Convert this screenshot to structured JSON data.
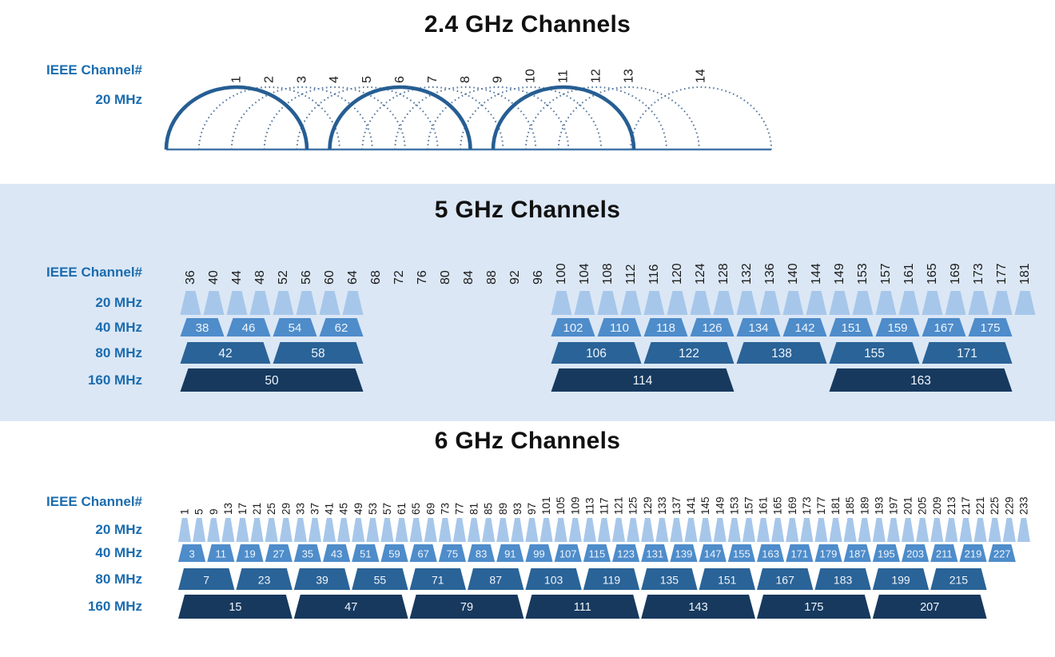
{
  "colors": {
    "band5_background": "#dbe7f5",
    "label_blue": "#1b6cae",
    "title_color": "#111111",
    "c20": "#a7c7ea",
    "c40": "#4e8cca",
    "c80": "#2a6397",
    "c160": "#17395e",
    "arc_solid": "#265e93",
    "arc_dotted": "#54779e",
    "baseline": "#4376a8",
    "block_text": "#eff5fc",
    "channel_text": "#1a1a1a"
  },
  "chart_data": [
    {
      "type": "area",
      "title": "2.4 GHz Channels",
      "side_labels": [
        "IEEE Channel#",
        "20 MHz"
      ],
      "channels": [
        1,
        2,
        3,
        4,
        5,
        6,
        7,
        8,
        9,
        10,
        11,
        12,
        13,
        14
      ],
      "solid_channels": [
        1,
        6,
        11
      ],
      "channel_spacing_mhz": 5,
      "channel_width_mhz": 22,
      "ch14_gap_mhz": 12
    },
    {
      "type": "bar",
      "title": "5 GHz Channels",
      "side_labels": [
        "IEEE Channel#",
        "20 MHz",
        "40 MHz",
        "80 MHz",
        "160 MHz"
      ],
      "channels_20": [
        36,
        40,
        44,
        48,
        52,
        56,
        60,
        64,
        68,
        72,
        76,
        80,
        84,
        88,
        92,
        96,
        100,
        104,
        108,
        112,
        116,
        120,
        124,
        128,
        132,
        136,
        140,
        144,
        149,
        153,
        157,
        161,
        165,
        169,
        173,
        177,
        181
      ],
      "active_20": [
        36,
        40,
        44,
        48,
        52,
        56,
        60,
        64,
        100,
        104,
        108,
        112,
        116,
        120,
        124,
        128,
        132,
        136,
        140,
        144,
        149,
        153,
        157,
        161,
        165,
        169,
        173,
        177,
        181
      ],
      "blocks_40": [
        38,
        46,
        54,
        62,
        102,
        110,
        118,
        126,
        134,
        142,
        151,
        159,
        167,
        175
      ],
      "blocks_80": [
        42,
        58,
        106,
        122,
        138,
        155,
        171
      ],
      "blocks_160": [
        50,
        114,
        163
      ]
    },
    {
      "type": "bar",
      "title": "6 GHz Channels",
      "side_labels": [
        "IEEE Channel#",
        "20 MHz",
        "40 MHz",
        "80 MHz",
        "160 MHz"
      ],
      "channels_20": [
        1,
        5,
        9,
        13,
        17,
        21,
        25,
        29,
        33,
        37,
        41,
        45,
        49,
        53,
        57,
        61,
        65,
        69,
        73,
        77,
        81,
        85,
        89,
        93,
        97,
        101,
        105,
        109,
        113,
        117,
        121,
        125,
        129,
        133,
        137,
        141,
        145,
        149,
        153,
        157,
        161,
        165,
        169,
        173,
        177,
        181,
        185,
        189,
        193,
        197,
        201,
        205,
        209,
        213,
        217,
        221,
        225,
        229,
        233
      ],
      "active_20": "all",
      "blocks_40": [
        3,
        11,
        19,
        27,
        35,
        43,
        51,
        59,
        67,
        75,
        83,
        91,
        99,
        107,
        115,
        123,
        131,
        139,
        147,
        155,
        163,
        171,
        179,
        187,
        195,
        203,
        211,
        219,
        227
      ],
      "blocks_80": [
        7,
        23,
        39,
        55,
        71,
        87,
        103,
        119,
        135,
        151,
        167,
        183,
        199,
        215
      ],
      "blocks_160": [
        15,
        47,
        79,
        111,
        143,
        175,
        207
      ]
    }
  ]
}
